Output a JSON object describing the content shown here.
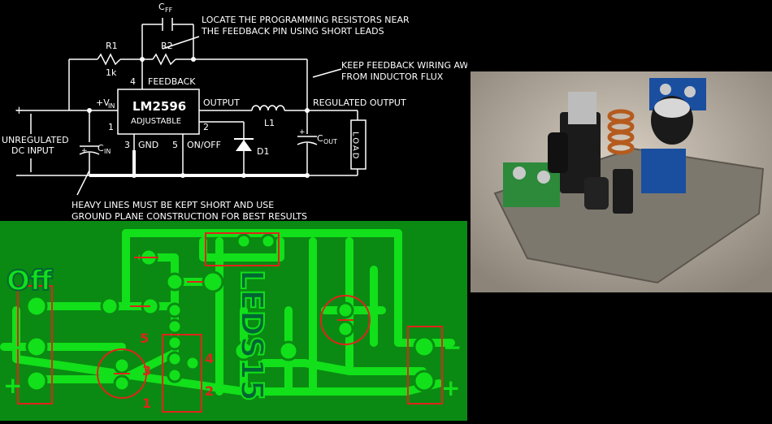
{
  "schematic": {
    "cff": "C",
    "cff_sub": "FF",
    "note_top_1": "LOCATE THE PROGRAMMING RESISTORS NEAR",
    "note_top_2": "THE FEEDBACK PIN USING SHORT LEADS",
    "r1": "R1",
    "r1_val": "1k",
    "r2": "R2",
    "feedback": "FEEDBACK",
    "pin4": "4",
    "note_keep_1": "KEEP FEEDBACK WIRING AWAY",
    "note_keep_2": "FROM INDUCTOR FLUX",
    "vin_plus": "+",
    "vin": "+V",
    "vin_sub": "IN",
    "chip_name": "LM2596",
    "chip_sub": "ADJUSTABLE",
    "output": "OUTPUT",
    "l1": "L1",
    "regulated_output": "REGULATED OUTPUT",
    "unreg_1": "UNREGULATED",
    "unreg_2": "DC INPUT",
    "pin1": "1",
    "pin2": "2",
    "pin3": "3",
    "pin5": "5",
    "gnd": "GND",
    "onoff": "ON/OFF",
    "d1": "D1",
    "cin": "C",
    "cin_sub": "IN",
    "cout": "C",
    "cout_sub": "OUT",
    "load": "LOAD",
    "note_bottom_1": "HEAVY LINES MUST BE KEPT SHORT AND USE",
    "note_bottom_2": "GROUND PLANE CONSTRUCTION FOR BEST RESULTS",
    "plus_mark": "+"
  },
  "pcb": {
    "off_label": "Off",
    "title": "LEDS15",
    "pin5": "5",
    "pin4": "4",
    "pin3": "3",
    "pin2": "2",
    "pin1": "1",
    "minus_left": "−",
    "plus_left": "+",
    "minus_right": "−",
    "plus_right": "+",
    "board_color": "#0a8a12",
    "trace_color": "#12e01a",
    "silk_color": "#e0241c"
  },
  "photo": {
    "icons": [
      "terminal-block-icon",
      "inductor-icon",
      "capacitor-icon",
      "potentiometer-icon"
    ]
  }
}
